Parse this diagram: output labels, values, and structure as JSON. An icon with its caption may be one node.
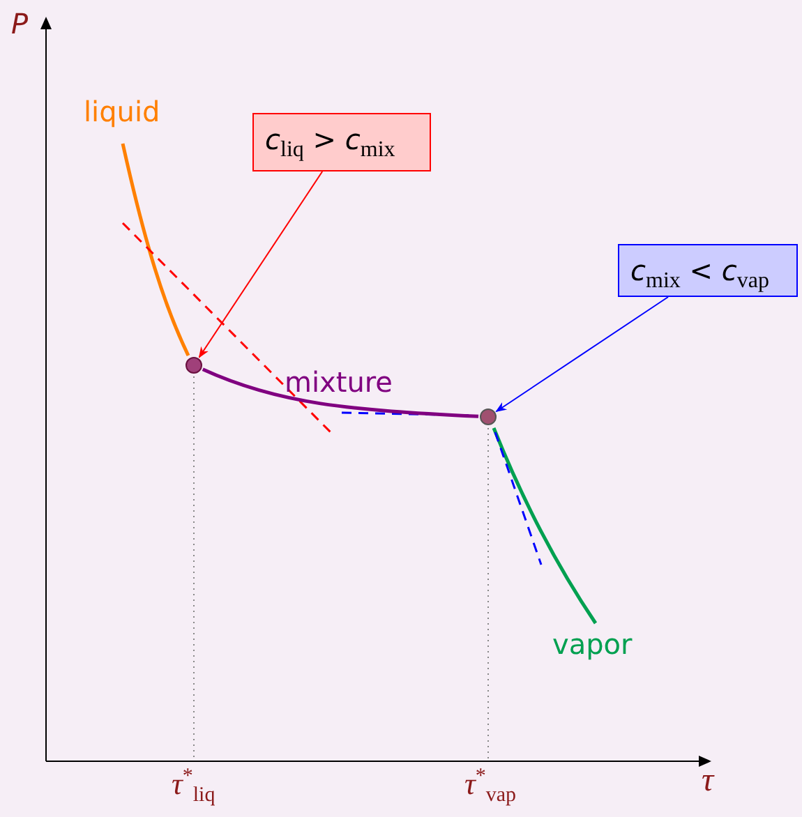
{
  "diagram": {
    "nodes": [
      {
        "text": [
          "*c*$_{liq}$ > *c*$_{mix}$"
        ]
      },
      {
        "text": [
          "*c*$_{mix}$ < *c*$_{vap}$"
        ]
      },
      {
        "text": [],
        "shape": "circle"
      },
      {
        "text": [],
        "shape": "circle"
      }
    ],
    "edges": [
      {
        "from": 0,
        "to": 2,
        "arrow": "to",
        "color": "#ff0000"
      },
      {
        "from": 1,
        "to": 3,
        "arrow": "to",
        "color": "#0000ff"
      },
      {
        "from": 2,
        "to": 3,
        "arrow": "none",
        "style": "thick",
        "color": "#800080"
      }
    ],
    "labels": [
      "P",
      "liquid",
      "mixture",
      "vapor",
      "τ$^{*}$$_{liq}$",
      "τ$^{*}$$_{vap}$",
      "τ"
    ]
  }
}
